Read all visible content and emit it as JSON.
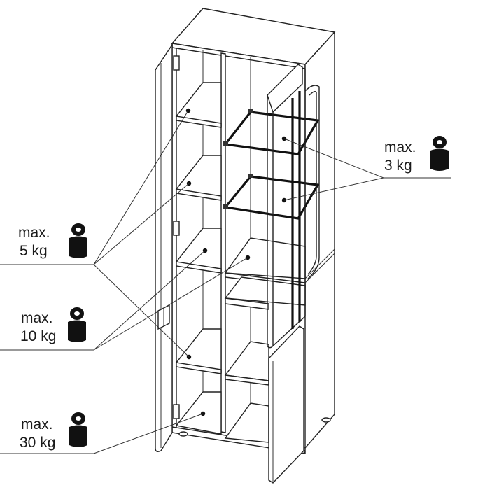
{
  "labels": {
    "shelf_3kg": {
      "line1": "max.",
      "line2": "3 kg"
    },
    "shelf_5kg": {
      "line1": "max.",
      "line2": "5 kg"
    },
    "shelf_10kg": {
      "line1": "max.",
      "line2": "10 kg"
    },
    "shelf_30kg": {
      "line1": "max.",
      "line2": "30 kg"
    }
  },
  "icons": {
    "weight": "weight-icon"
  },
  "colors": {
    "line": "#222222",
    "glass_shelf": "#111111",
    "weight_fill": "#111111",
    "background": "#ffffff"
  }
}
